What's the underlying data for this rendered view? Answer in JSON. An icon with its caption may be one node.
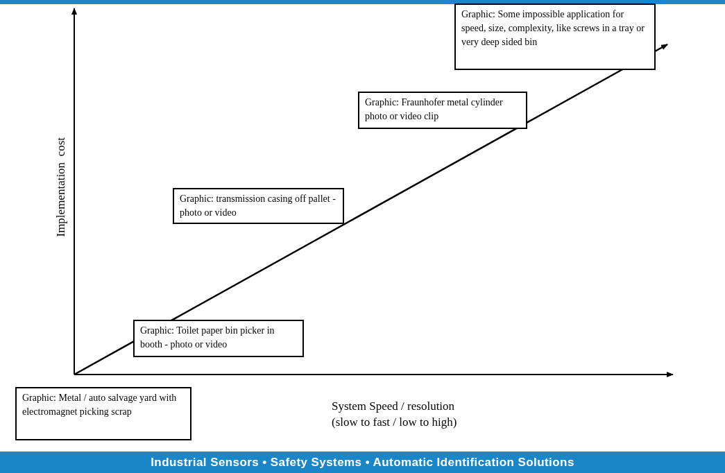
{
  "diagram": {
    "nodes": [
      {
        "text": [
          "Graphic: Some impossible application for speed, size, complexity, like screws in a tray or very deep sided bin"
        ]
      },
      {
        "text": [
          "Graphic: Fraunhofer metal cylinder photo or video clip"
        ]
      },
      {
        "text": [
          "Graphic: transmission casing off pallet - photo or video"
        ]
      },
      {
        "text": [
          "Graphic: Toilet paper bin picker in booth - photo or video"
        ]
      },
      {
        "text": [
          "Graphic: Metal / auto salvage yard with electromagnet picking scrap"
        ]
      }
    ],
    "labels": [
      "Implementation  cost",
      "System Speed / resolution",
      "(slow to fast / low to high)",
      "Industrial Sensors • Safety Systems • Automatic Identification Solutions"
    ]
  }
}
